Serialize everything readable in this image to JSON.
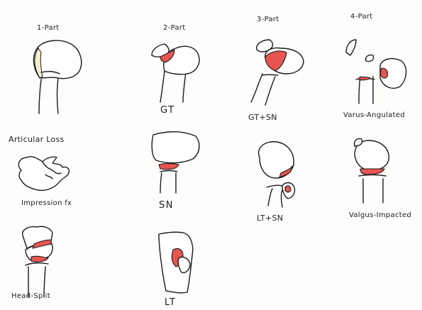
{
  "labels": {
    "one_part": "1-Part",
    "two_part": "2-Part",
    "three_part": "3-Part",
    "four_part": "4-Part",
    "articular_loss": "Articular Loss",
    "impression_fx": "Impression fx",
    "head_split": "Head-Split",
    "gt": "GT",
    "sn": "SN",
    "lt": "LT",
    "gt_sn": "GT+SN",
    "lt_sn": "LT+SN",
    "varus_angulated": "Varus-Angulated",
    "valgus_impacted": "Valgus-Impacted"
  },
  "colors": {
    "fracture_red": "#e8554f",
    "shaded_yellow": "#f3efce",
    "ink": "#1a1a1a"
  }
}
